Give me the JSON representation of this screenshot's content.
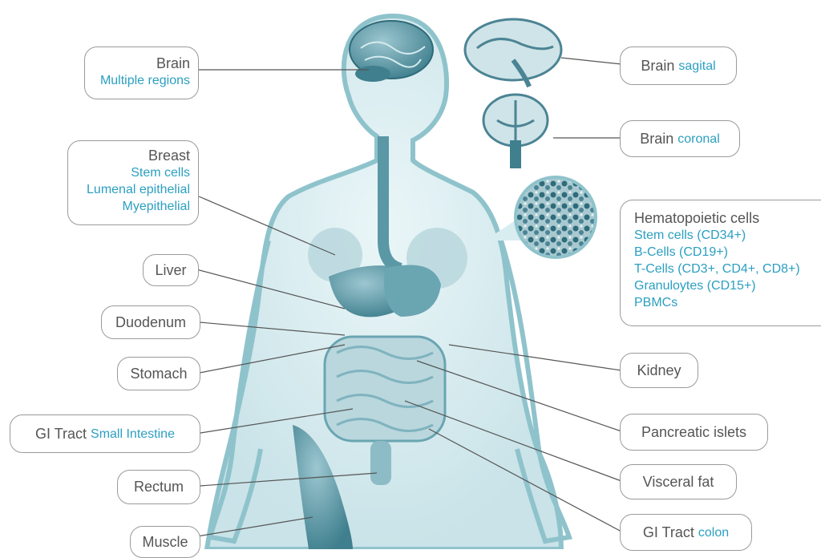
{
  "labels": {
    "brain": {
      "title": "Brain",
      "sub": "Multiple regions"
    },
    "breast": {
      "title": "Breast",
      "items": [
        "Stem cells",
        "Lumenal epithelial",
        "Myepithelial"
      ]
    },
    "liver": "Liver",
    "duodenum": "Duodenum",
    "stomach": "Stomach",
    "gi_small": {
      "title": "GI Tract",
      "sub": "Small Intestine"
    },
    "rectum": "Rectum",
    "muscle": "Muscle",
    "brain_sagital": {
      "title": "Brain",
      "sub": "sagital"
    },
    "brain_coronal": {
      "title": "Brain",
      "sub": "coronal"
    },
    "hematopoietic": {
      "title": "Hematopoietic cells",
      "items": [
        "Stem cells (CD34+)",
        "B-Cells (CD19+)",
        "T-Cells (CD3+, CD4+, CD8+)",
        "Granuloytes (CD15+)",
        "PBMCs"
      ]
    },
    "kidney": "Kidney",
    "pancreatic": "Pancreatic islets",
    "visceral": "Visceral fat",
    "gi_colon": {
      "title": "GI Tract",
      "sub": "colon"
    }
  },
  "colors": {
    "body_fill": "#d8edf0",
    "body_outline": "#8fc3cc",
    "organ": "#5b98a6",
    "accent_text": "#2b9fc1",
    "label_text": "#555555",
    "label_border": "#9a9a9a"
  }
}
